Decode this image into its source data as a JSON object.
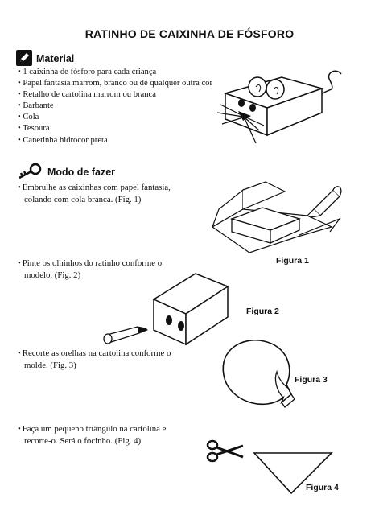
{
  "title": "RATINHO DE CAIXINHA DE FÓSFORO",
  "material": {
    "heading": "Material",
    "icon": "pencil-icon",
    "items": [
      "1 caixinha de fósforo para cada criança",
      "Papel fantasia marrom, branco ou de qualquer outra cor",
      "Retalho de cartolina marrom ou branca",
      "Barbante",
      "Cola",
      "Tesoura",
      "Canetinha hidrocor preta"
    ]
  },
  "modo": {
    "heading": "Modo de fazer",
    "icon": "key-icon",
    "steps": [
      {
        "line1": "Embrulhe as caixinhas com papel fantasia,",
        "line2": "colando com cola branca. (Fig. 1)"
      },
      {
        "line1": "Pinte os olhinhos do ratinho conforme o",
        "line2": "modelo. (Fig. 2)"
      },
      {
        "line1": "Recorte as orelhas na cartolina conforme o",
        "line2": "molde. (Fig. 3)"
      },
      {
        "line1": "Faça um pequeno triângulo na cartolina e",
        "line2": "recorte-o. Será o focinho. (Fig. 4)"
      }
    ]
  },
  "figures": {
    "fig1": "Figura 1",
    "fig2": "Figura 2",
    "fig3": "Figura 3",
    "fig4": "Figura 4"
  }
}
